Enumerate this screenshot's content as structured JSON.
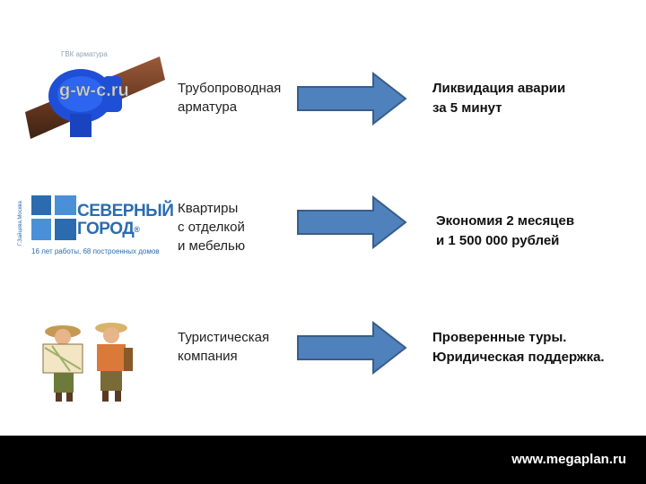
{
  "rows": [
    {
      "logo_text": "g-w-c.ru",
      "logo_top_text": "ГВК арматура",
      "label_lines": [
        "Трубопроводная",
        "арматура"
      ],
      "result_lines": [
        "Ликвидация аварии",
        "за 5 минут"
      ]
    },
    {
      "logo_name_lines": [
        "СЕВЕРНЫЙ",
        "ГОРОД"
      ],
      "logo_reg": "®",
      "logo_side": "Г.Зайцева.Москва",
      "logo_tagline": "16 лет работы, 68 построенных домов",
      "label_lines": [
        "Квартиры",
        "с отделкой",
        "и мебелью"
      ],
      "result_lines": [
        "Экономия 2 месяцев",
        "и 1 500 000 рублей"
      ]
    },
    {
      "label_lines": [
        "Туристическая",
        "компания"
      ],
      "result_lines": [
        "Проверенные туры.",
        "Юридическая поддержка."
      ]
    }
  ],
  "footer": {
    "url": "www.megaplan.ru"
  },
  "colors": {
    "arrow_fill": "#4f81bd",
    "arrow_stroke": "#385d8a",
    "footer_bg": "#000000",
    "brand_blue": "#2b6cb0"
  }
}
